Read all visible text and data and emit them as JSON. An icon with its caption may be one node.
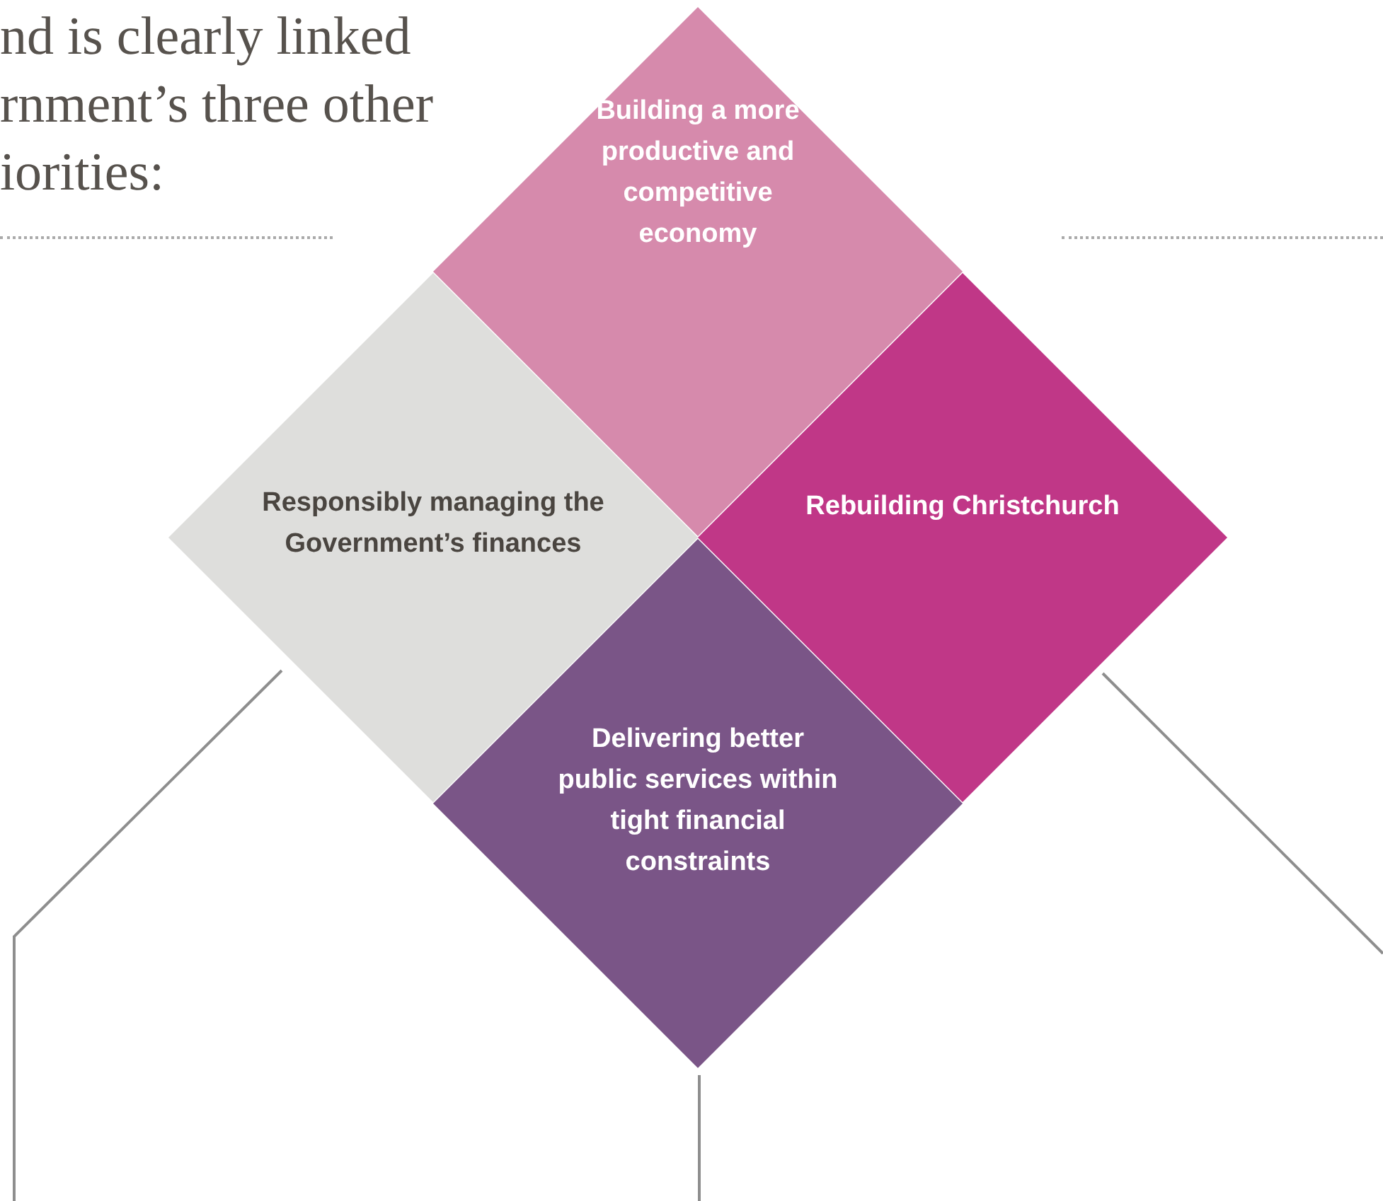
{
  "diagram": {
    "nodes": [
      {
        "text": [
          "Building a more productive and competitive economy"
        ]
      },
      {
        "text": [
          "Responsibly managing the Government’s finances"
        ]
      },
      {
        "text": [
          "Rebuilding Christchurch"
        ]
      },
      {
        "text": [
          "Delivering better public services within tight financial constraints"
        ]
      }
    ],
    "edges": [
      {
        "from": 1,
        "to": null,
        "arrow": "none"
      },
      {
        "from": 2,
        "to": null,
        "arrow": "none"
      },
      {
        "from": 3,
        "to": null,
        "arrow": "none"
      }
    ],
    "labels": [
      "nd is clearly linked rnment’s three other iorities:"
    ]
  }
}
